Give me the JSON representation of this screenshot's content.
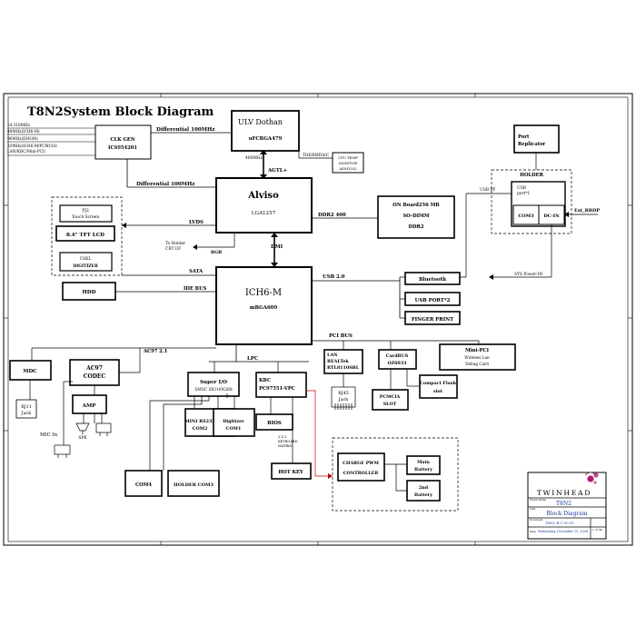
{
  "title": "T8N2System Block Diagram",
  "clock": {
    "freqs": [
      "14.318MHz",
      "48MHz(ICH6-M)",
      "96MHz(EMGM)",
      "33MHz(ICH6-M/PCMCIA/",
      "LAN/KBC/Mini-PCI)"
    ],
    "box_line1": "CLK GEN",
    "box_line2": "ICS954201",
    "diff_top": "Differential 100MHz",
    "diff_bottom": "Differential 100MHz"
  },
  "cpu": {
    "line1": "ULV Dothan",
    "line2": "uFCBGA479"
  },
  "thermal": {
    "label": "THERMDA/C",
    "box_line1": "CPU TEMP",
    "box_line2": "MONITOR",
    "box_line3": "ADM1032"
  },
  "fsb_label": "400MHz",
  "agtl_label": "AGTL+",
  "nb": {
    "line1": "Alviso",
    "line2": "LGA1257"
  },
  "panel": {
    "ts_line1": "PJ2",
    "ts_line2": "Touch Screen",
    "lcd": "8.4\" TFT LCD",
    "dig_line1": "CSKL",
    "dig_line2": "DIGITIZER",
    "lvds": "LVDS"
  },
  "holder_crt": {
    "line1": "To Holder",
    "line2": "CRT I/F",
    "rgb": "RGB"
  },
  "memory": {
    "line1": "ON Board256 MB",
    "line2": "SO-DIMM",
    "line3": "DDR2",
    "bus": "DDR2 400"
  },
  "dmi_label": "DMI",
  "port_rep": {
    "line1": "Port",
    "line2": "Replicator"
  },
  "holder_dock": {
    "title": "HOLDER",
    "usb_line1": "USB",
    "usb_line2": "port*1",
    "com3": "COM3",
    "dcin": "DC-IN",
    "usb_if": "USB I/F",
    "ext_rbdp": "Ext_RBDP",
    "sys_power": "SYS Power-IN"
  },
  "sata": "SATA",
  "hdd": "HDD",
  "ide_bus": "IDE BUS",
  "sb": {
    "line1": "ICH6-M",
    "line2": "mBGA609"
  },
  "usb2": "USB 2.0",
  "bluetooth": "Bluetooth",
  "usb_port": "USB PORT*2",
  "finger": "FINGER PRINT",
  "ac97_bus": "AC97 2.1",
  "mdc": "MDC",
  "rj11": {
    "line1": "RJ11",
    "line2": "Jack"
  },
  "codec": {
    "line1": "AC97",
    "line2": "CODEC"
  },
  "amp": "AMP",
  "mic": "MIC In",
  "spk": "SPK",
  "lpc": "LPC",
  "pci_bus": "PCI BUS",
  "lan": {
    "line1": "LAN",
    "line2": "REALTek",
    "line3": "RTL8110SBL"
  },
  "rj45": {
    "line1": "RJ45",
    "line2": "Jack"
  },
  "cardbus": {
    "line1": "CardBUS",
    "line2": "OZ6933"
  },
  "pcmcia": {
    "line1": "PCMCIA",
    "line2": "SLOT"
  },
  "minipci": {
    "line1": "Mini-PCI",
    "line2": "Wireless Lan",
    "line3": "Debug Card"
  },
  "cf": {
    "line1": "Compact Flash",
    "line2": "slot"
  },
  "superio": {
    "line1": "Super I/O",
    "line2": "SMSC SIO10N268"
  },
  "mini_rs232": {
    "line1": "MINI RS232",
    "line2": "COM2"
  },
  "digitizer_com": {
    "line1": "Digitizer",
    "line2": "COM1"
  },
  "kbc": {
    "line1": "KBC",
    "line2": "PC97551-VPC"
  },
  "bios": "BIOS",
  "kb_note": {
    "line1": "3 X 3",
    "line2": "KEYBOARD",
    "line3": "MATRIX"
  },
  "hotkey": "HOT KEY",
  "charge": {
    "line1": "CHARGE PWM",
    "line2": "CONTROLLER"
  },
  "main_batt": {
    "line1": "Main",
    "line2": "Battery"
  },
  "batt2": {
    "line1": "2nd",
    "line2": "Battery"
  },
  "com4": "COM4",
  "holder_com3": "HOLDER COM3",
  "title_block": {
    "brand": "TWINHEAD",
    "model_label": "Model Name",
    "model": "T8N2",
    "title_label": "Title",
    "title": "Block Diagram",
    "doc_label": "Document",
    "doc_no": "T8N2 B.1.00.01",
    "date_label": "Date",
    "date": "Wednesday, December 15, 2004",
    "sheet": "1 of 34"
  }
}
